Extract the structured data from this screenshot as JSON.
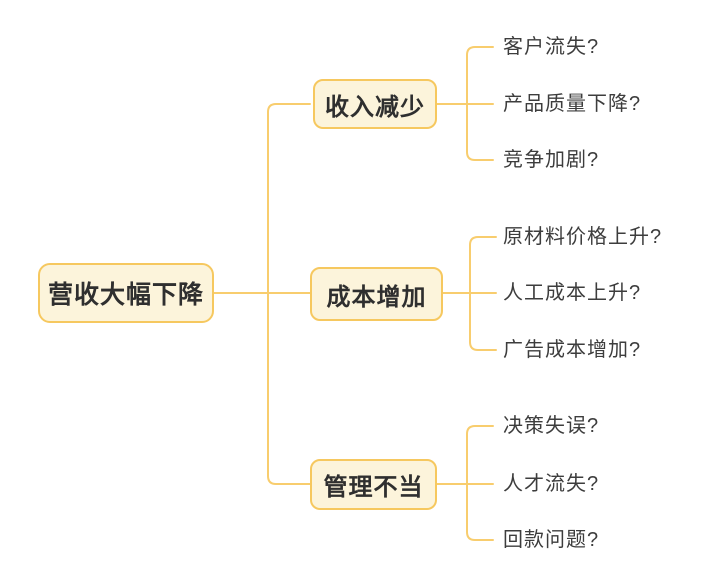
{
  "root": {
    "label": "营收大幅下降"
  },
  "branches": [
    {
      "label": "收入减少",
      "leaves": [
        "客户流失?",
        "产品质量下降?",
        "竞争加剧?"
      ]
    },
    {
      "label": "成本增加",
      "leaves": [
        "原材料价格上升?",
        "人工成本上升?",
        "广告成本增加?"
      ]
    },
    {
      "label": "管理不当",
      "leaves": [
        "决策失误?",
        "人才流失?",
        "回款问题?"
      ]
    }
  ],
  "colors": {
    "background": "#FFFFFF",
    "node_fill": "#FCF4DB",
    "node_border": "#F6C85F",
    "connector": "#F8CD6E",
    "node_text": "#2F2F2F",
    "leaf_text": "#3D3D3D"
  }
}
